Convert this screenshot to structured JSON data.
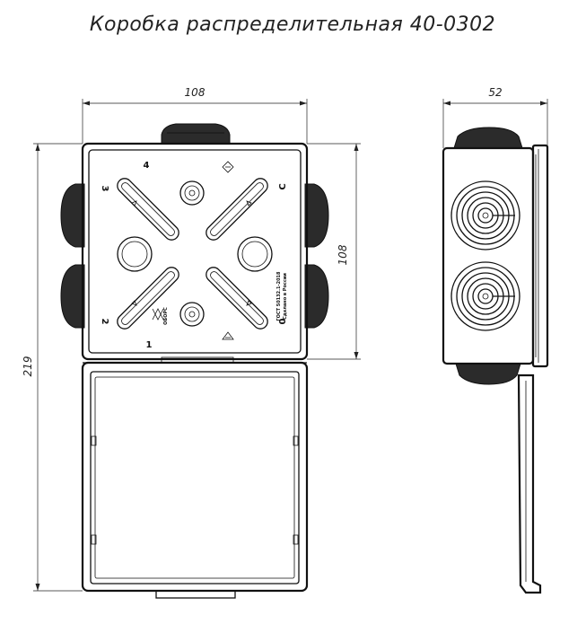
{
  "title": "Коробка распределительная 40-0302",
  "dimensions": {
    "width_top": "108",
    "depth_side": "52",
    "height_box": "108",
    "height_total": "219"
  },
  "box_markings": {
    "top_number": "4",
    "right_number": "С",
    "left_upper_number": "3",
    "left_lower_number": "2",
    "bottom_number": "1",
    "bottom_right_number": "0",
    "standard_line1": "ГОСТ 50132.1-2018",
    "standard_line2": "Сделано в России",
    "logo_text": "ОБОРС"
  },
  "colors": {
    "line": "#111111",
    "background": "#ffffff"
  }
}
